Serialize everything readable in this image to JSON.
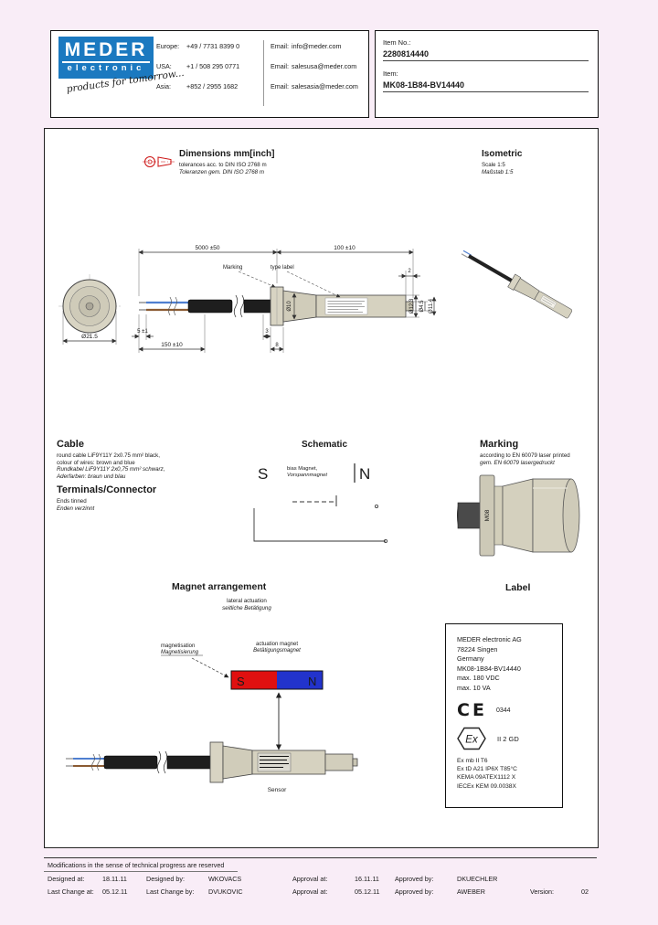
{
  "header": {
    "logo_line1": "MEDER",
    "logo_line2": "electronic",
    "tagline": "products for tomorrow...",
    "contacts": [
      {
        "region": "Europe:",
        "phone": "+49 / 7731 8399 0",
        "email_label": "Email:",
        "email": "info@meder.com"
      },
      {
        "region": "USA:",
        "phone": "+1 / 508 295 0771",
        "email_label": "Email:",
        "email": "salesusa@meder.com"
      },
      {
        "region": "Asia:",
        "phone": "+852 / 2955 1682",
        "email_label": "Email:",
        "email": "salesasia@meder.com"
      }
    ],
    "item_no_label": "Item No.:",
    "item_no": "2280814440",
    "item_label": "Item:",
    "item": "MK08-1B84-BV14440"
  },
  "dimensions": {
    "title": "Dimensions mm[inch]",
    "note_en": "tolerances acc. to DIN ISO 2768 m",
    "note_de": "Toleranzen gem. DIN ISO 2768 m"
  },
  "isometric": {
    "title": "Isometric",
    "scale_en": "Scale 1:5",
    "scale_de": "Maßstab 1:5"
  },
  "drawing": {
    "len_cable": "5000 ±50",
    "len_body": "100 ±10",
    "tip_len": "2",
    "wire_strip": "5 ±1",
    "lead_len": "150 ±10",
    "gap": "3",
    "flange_w": "8",
    "dia_end": "Ø21.5",
    "dia_neck": "Ø10",
    "dia_body": "Ø12.3",
    "dia_tip": "Ø4.5",
    "dia_tip2": "Ø11.4",
    "callout_marking": "Marking",
    "callout_type_label": "type label"
  },
  "cable": {
    "title": "Cable",
    "line1_en": "round cable LiF9Y11Y 2x0.75 mm² black,",
    "line2_en": "colour of wires: brown and blue",
    "line1_de": "Rundkabel LiF9Y11Y 2x0,75 mm² schwarz,",
    "line2_de": "Aderfarben: braun und blau"
  },
  "terminals": {
    "title": "Terminals/Connector",
    "line_en": "Ends tinned",
    "line_de": "Enden verzinnt"
  },
  "schematic": {
    "title": "Schematic",
    "s": "S",
    "n": "N",
    "bias_en": "bias Magnet,",
    "bias_de": "Vorspannmagnet"
  },
  "marking": {
    "title": "Marking",
    "line_en": "according to EN 60079 laser printed",
    "line_de": "gem. EN 60079 lasergedruckt",
    "part_text": "M08"
  },
  "magnet": {
    "title": "Magnet arrangement",
    "sub_en": "lateral actuation",
    "sub_de": "seitliche Betätigung",
    "magnetisation_en": "magnetisation",
    "magnetisation_de": "Magnetisierung",
    "actuation_en": "actuation magnet",
    "actuation_de": "Betätigungsmagnet",
    "s": "S",
    "n": "N",
    "sensor_caption": "Sensor"
  },
  "label": {
    "title": "Label",
    "company": "MEDER electronic AG",
    "city": "78224 Singen",
    "country": "Germany",
    "part": "MK08-1B84-BV14440",
    "rating1": "max. 180 VDC",
    "rating2": "max. 10 VA",
    "ce": "CE",
    "ce_no": "0344",
    "ex": "Ex",
    "ex_class": "II 2 GD",
    "cert1": "Ex mb II T6",
    "cert2": "Ex tD A21 IP6X T85°C",
    "cert3": "KEMA 09ATEX1112 X",
    "cert4": "IECEx KEM 09.0038X"
  },
  "footer": {
    "note": "Modifications in the sense of technical progress are reserved",
    "designed_at_label": "Designed at:",
    "designed_at": "18.11.11",
    "designed_by_label": "Designed by:",
    "designed_by": "WKOVACS",
    "approval1_label": "Approval at:",
    "approval1": "16.11.11",
    "approved1_label": "Approved by:",
    "approved1": "DKUECHLER",
    "changed_at_label": "Last Change at:",
    "changed_at": "05.12.11",
    "changed_by_label": "Last Change by:",
    "changed_by": "DVUKOVIC",
    "approval2_label": "Approval at:",
    "approval2": "05.12.11",
    "approved2_label": "Approved by:",
    "approved2": "AWEBER",
    "version_label": "Version:",
    "version": "02"
  },
  "colors": {
    "meder_blue": "#1b79c0",
    "accent_red": "#cc1111",
    "magnet_red": "#e01010",
    "magnet_blue": "#2233cc",
    "body_beige": "#d6d2c0",
    "page_bg": "#f9edf7"
  }
}
